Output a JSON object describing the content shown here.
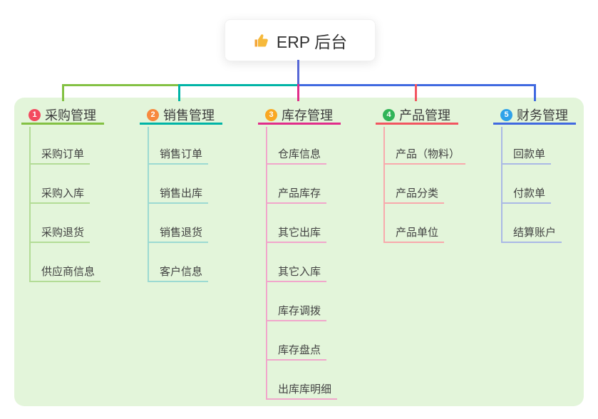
{
  "root": {
    "label": "ERP 后台",
    "icon": "thumbs-up-icon"
  },
  "colors": {
    "background": "#ffffff",
    "panel": "#e3f5da",
    "card_bg": "#ffffff",
    "root_line": "#5768d6",
    "text": "#3d3d3d",
    "root_text": "#333333",
    "thumb_icon": "#f6b93b"
  },
  "branches": [
    {
      "index": "1",
      "label": "采购管理",
      "badge_color": "#f34a5f",
      "line_color": "#83c143",
      "child_line_color": "#b3dc96",
      "children": [
        "采购订单",
        "采购入库",
        "采购退货",
        "供应商信息"
      ]
    },
    {
      "index": "2",
      "label": "销售管理",
      "badge_color": "#f7893e",
      "line_color": "#00b4a6",
      "child_line_color": "#9cdad2",
      "children": [
        "销售订单",
        "销售出库",
        "销售退货",
        "客户信息"
      ]
    },
    {
      "index": "3",
      "label": "库存管理",
      "badge_color": "#f9a822",
      "line_color": "#e12d8a",
      "child_line_color": "#f1a6cb",
      "children": [
        "仓库信息",
        "产品库存",
        "其它出库",
        "其它入库",
        "库存调拨",
        "库存盘点",
        "出库库明细"
      ]
    },
    {
      "index": "4",
      "label": "产品管理",
      "badge_color": "#30b457",
      "line_color": "#f25560",
      "child_line_color": "#f8a9ac",
      "children": [
        "产品（物料）",
        "产品分类",
        "产品单位"
      ]
    },
    {
      "index": "5",
      "label": "财务管理",
      "badge_color": "#2fa2e9",
      "line_color": "#4069e0",
      "child_line_color": "#aab9e6",
      "children": [
        "回款单",
        "付款单",
        "结算账户"
      ]
    }
  ]
}
